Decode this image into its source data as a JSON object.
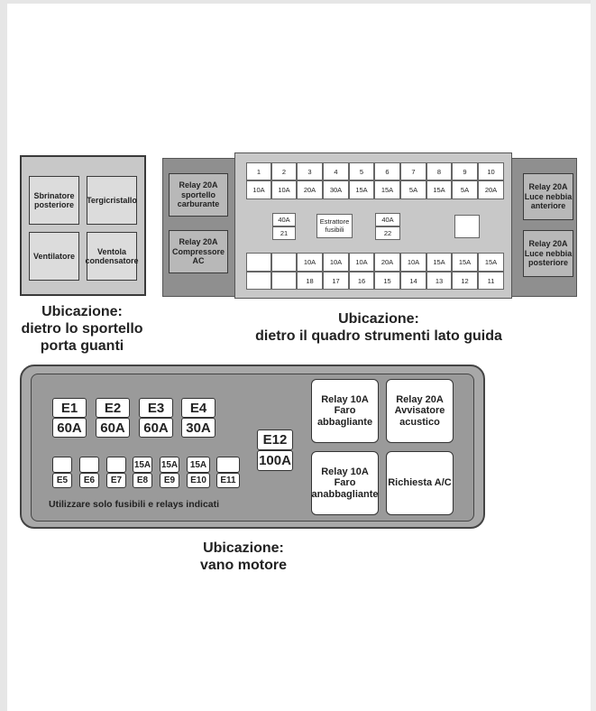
{
  "glovebox": {
    "items": [
      "Sbrinatore posteriore",
      "Tergicristallo",
      "Ventilatore",
      "Ventola condensatore"
    ],
    "caption_lines": [
      "Ubicazione:",
      "dietro lo sportello",
      "porta guanti"
    ]
  },
  "dashboard": {
    "relays_left": [
      "Relay 20A sportello carburante",
      "Relay 20A Compressore AC"
    ],
    "relays_right": [
      "Relay 20A Luce nebbia anteriore",
      "Relay 20A Luce nebbia posteriore"
    ],
    "top_numbers": [
      "1",
      "2",
      "3",
      "4",
      "5",
      "6",
      "7",
      "8",
      "9",
      "10"
    ],
    "top_amps": [
      "10A",
      "10A",
      "20A",
      "30A",
      "15A",
      "15A",
      "5A",
      "15A",
      "5A",
      "20A"
    ],
    "fuse21": {
      "amp": "40A",
      "num": "21"
    },
    "fuse22": {
      "amp": "40A",
      "num": "22"
    },
    "extractor": "Estrattore fusibili",
    "bottom_amps": [
      "",
      "",
      "10A",
      "10A",
      "10A",
      "20A",
      "10A",
      "15A",
      "15A",
      "15A"
    ],
    "bottom_numbers": [
      "",
      "",
      "18",
      "17",
      "16",
      "15",
      "14",
      "13",
      "12",
      "11"
    ],
    "caption_lines": [
      "Ubicazione:",
      "dietro il quadro strumenti lato guida"
    ]
  },
  "engine": {
    "big_fuses": [
      {
        "id": "E1",
        "amp": "60A"
      },
      {
        "id": "E2",
        "amp": "60A"
      },
      {
        "id": "E3",
        "amp": "60A"
      },
      {
        "id": "E4",
        "amp": "30A"
      }
    ],
    "e12": {
      "id": "E12",
      "amp": "100A"
    },
    "small_fuses": [
      {
        "id": "E5",
        "amp": ""
      },
      {
        "id": "E6",
        "amp": ""
      },
      {
        "id": "E7",
        "amp": ""
      },
      {
        "id": "E8",
        "amp": "15A"
      },
      {
        "id": "E9",
        "amp": "15A"
      },
      {
        "id": "E10",
        "amp": "15A"
      },
      {
        "id": "E11",
        "amp": ""
      }
    ],
    "relays": [
      "Relay 10A Faro abbagliante",
      "Relay 20A Avvisatore acustico",
      "Relay 10A Faro anabbagliante",
      "Richiesta A/C"
    ],
    "note": "Utilizzare solo fusibili e relays indicati",
    "caption_lines": [
      "Ubicazione:",
      "vano motore"
    ]
  }
}
